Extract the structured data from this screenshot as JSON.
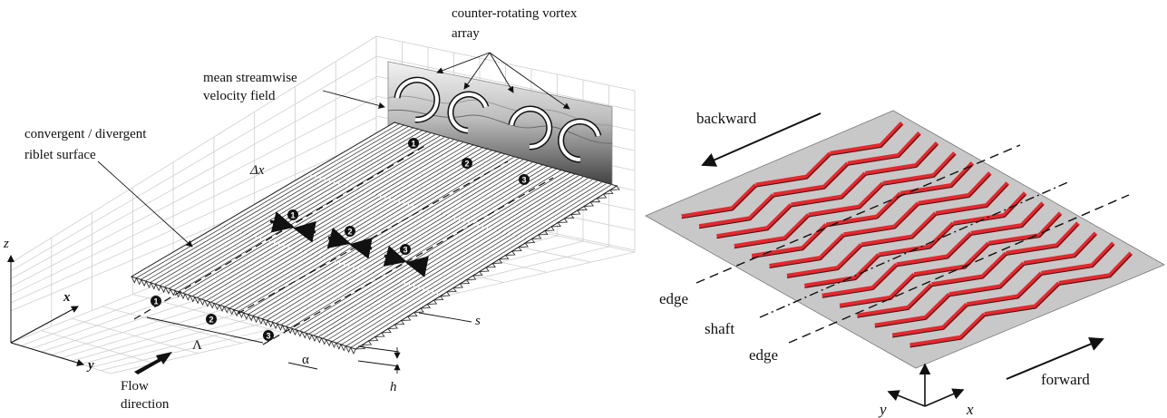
{
  "left_figure": {
    "label_vortex_line1": "counter-rotating  vortex",
    "label_vortex_line2": "array",
    "label_mean_line1": "mean     streamwise",
    "label_mean_line2": "velocity field",
    "label_riblet_line1": "convergent  /  divergent",
    "label_riblet_line2": "riblet surface",
    "label_dx": "Δx",
    "label_lambda": "Λ",
    "label_alpha": "α",
    "label_s": "s",
    "label_h": "h",
    "axis_z": "z",
    "axis_x": "x",
    "axis_y": "y",
    "flow_line1": "Flow",
    "flow_line2": "direction",
    "badge_1": "1",
    "badge_2": "2",
    "badge_3": "3"
  },
  "right_figure": {
    "label_backward": "backward",
    "label_forward": "forward",
    "label_edge_top": "edge",
    "label_shaft": "shaft",
    "label_edge_bottom": "edge",
    "axis_y": "y",
    "axis_x": "x"
  },
  "colors": {
    "riblet_red": "#e8262c",
    "plate_grey": "#c8c8c8",
    "line": "#111111"
  }
}
